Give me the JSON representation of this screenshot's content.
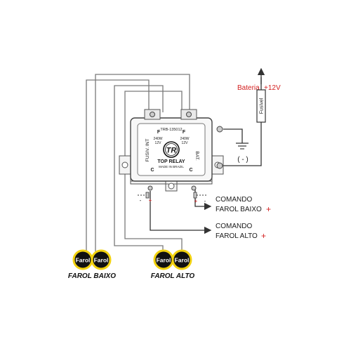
{
  "relay": {
    "model": "TRB-135012",
    "brand": "TOP RELAY",
    "logo_letters": "TR",
    "made_in": "MADE IN BRAZIL",
    "left_label": "FUSIV. INT",
    "right_label": "BAT.",
    "left_spec": [
      "240W",
      "12V"
    ],
    "right_spec": [
      "240W",
      "12V"
    ],
    "terminal_top_left": "F",
    "terminal_top_right": "F",
    "terminal_bottom_left": "C",
    "terminal_bottom_right": "C"
  },
  "battery": {
    "label": "Bateria",
    "voltage": "+12V",
    "fuse_label": "Fusível"
  },
  "ground": {
    "label": "( - )"
  },
  "commands": {
    "low": {
      "line1": "COMANDO",
      "line2": "FAROL BAIXO",
      "sign": "+"
    },
    "high": {
      "line1": "COMANDO",
      "line2": "FAROL ALTO",
      "sign": "+"
    }
  },
  "pins": {
    "minus": "-",
    "plus": "+"
  },
  "lamps": {
    "label": "Farol",
    "low_group_label": "FAROL BAIXO",
    "high_group_label": "FAROL ALTO"
  },
  "colors": {
    "accent_red": "#d42020",
    "lamp_yellow": "#f2d20f",
    "wire_gray": "#7a7a7a"
  }
}
